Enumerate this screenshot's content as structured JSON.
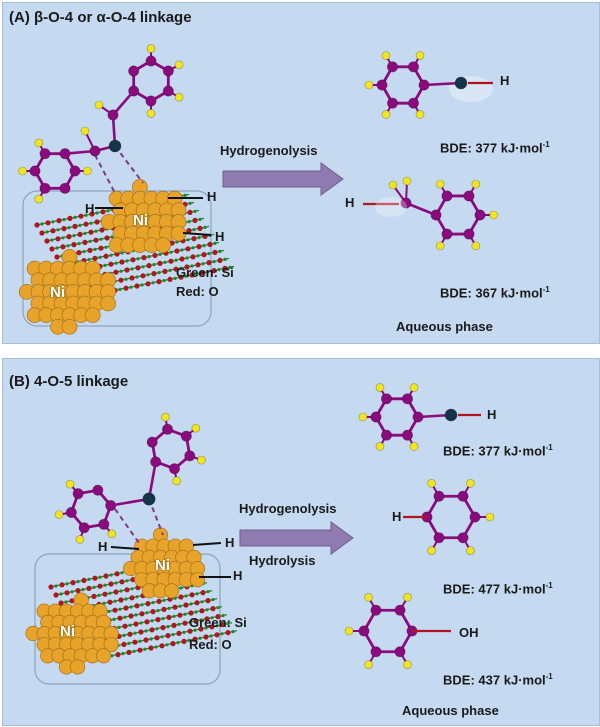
{
  "colors": {
    "background": "#c5d9f0",
    "carbon": "#8b0a7e",
    "hydrogen": "#f2e41f",
    "oxygen_bridge": "#14344a",
    "nickel": "#e8a42a",
    "silicon": "#1b8a2b",
    "support_oxygen": "#b3141e",
    "arrow": "#8f7bb0"
  },
  "panel_a": {
    "title": "(A) β-O-4 or α-O-4 linkage",
    "reaction": "Hydrogenolysis",
    "h_label": "H",
    "ni_label": "Ni",
    "legend_si": "Green: Si",
    "legend_o": "Red: O",
    "bde_prefix": "BDE:",
    "bde_unit": "kJ·mol",
    "bde_exp": "-1",
    "bde_1": "377",
    "bde_2": "367",
    "phase": "Aqueous phase"
  },
  "panel_b": {
    "title": "(B) 4-O-5 linkage",
    "reaction_1": "Hydrogenolysis",
    "reaction_2": "Hydrolysis",
    "h_label": "H",
    "oh_label": "OH",
    "ni_label": "Ni",
    "legend_si": "Green: Si",
    "legend_o": "Red: O",
    "bde_prefix": "BDE:",
    "bde_unit": "kJ·mol",
    "bde_exp": "-1",
    "bde_1": "377",
    "bde_2": "477",
    "bde_3": "437",
    "phase": "Aqueous phase"
  }
}
